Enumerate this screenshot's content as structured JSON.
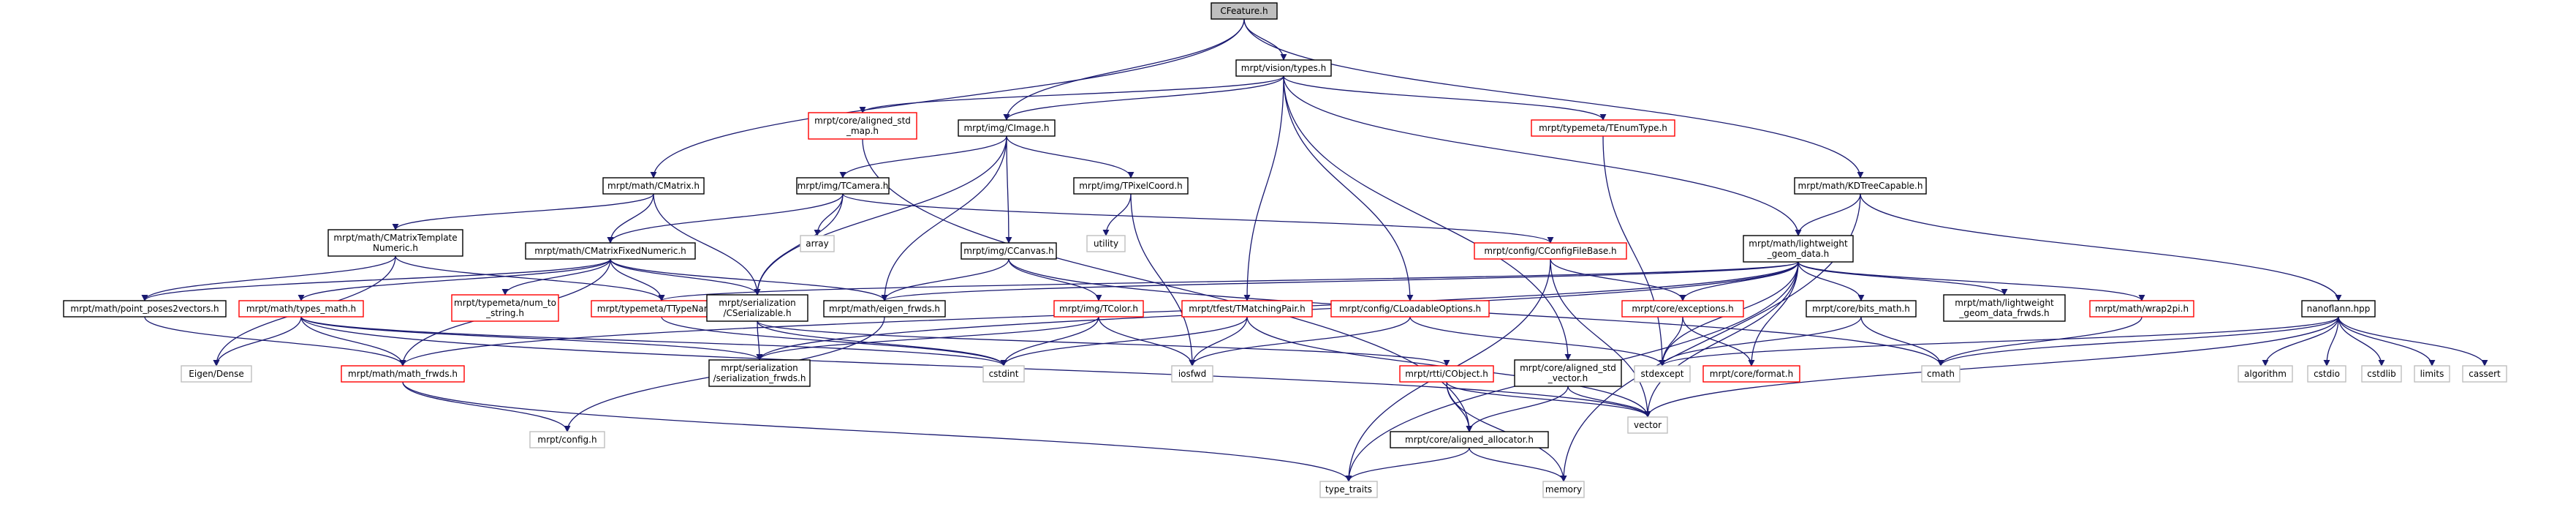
{
  "colors": {
    "node_border": "#000000",
    "node_border_missing": "#ff0000",
    "node_border_external": "#bfbfbf",
    "root_fill": "#bfbfbf",
    "edge": "#191970",
    "text": "#000000"
  },
  "nodes": [
    {
      "id": "CFeature",
      "lines": [
        "CFeature.h"
      ],
      "kind": "root"
    },
    {
      "id": "vision_types",
      "lines": [
        "mrpt/vision/types.h"
      ],
      "kind": "normal"
    },
    {
      "id": "CMatrix",
      "lines": [
        "mrpt/math/CMatrix.h"
      ],
      "kind": "normal"
    },
    {
      "id": "CImage",
      "lines": [
        "mrpt/img/CImage.h"
      ],
      "kind": "normal"
    },
    {
      "id": "KDTree",
      "lines": [
        "mrpt/math/KDTreeCapable.h"
      ],
      "kind": "normal"
    },
    {
      "id": "aligned_std_map",
      "lines": [
        "mrpt/core/aligned_std",
        "_map.h"
      ],
      "kind": "missing"
    },
    {
      "id": "TEnumType",
      "lines": [
        "mrpt/typemeta/TEnumType.h"
      ],
      "kind": "missing"
    },
    {
      "id": "TCamera",
      "lines": [
        "mrpt/img/TCamera.h"
      ],
      "kind": "normal"
    },
    {
      "id": "TPixelCoord",
      "lines": [
        "mrpt/img/TPixelCoord.h"
      ],
      "kind": "normal"
    },
    {
      "id": "lightweight",
      "lines": [
        "mrpt/math/lightweight",
        "_geom_data.h"
      ],
      "kind": "normal"
    },
    {
      "id": "CMatrixTemplateNumeric",
      "lines": [
        "mrpt/math/CMatrixTemplate",
        "Numeric.h"
      ],
      "kind": "normal"
    },
    {
      "id": "CMatrixFixedNumeric",
      "lines": [
        "mrpt/math/CMatrixFixedNumeric.h"
      ],
      "kind": "normal"
    },
    {
      "id": "array",
      "lines": [
        "array"
      ],
      "kind": "external"
    },
    {
      "id": "utility",
      "lines": [
        "utility"
      ],
      "kind": "external"
    },
    {
      "id": "CConfigFileBase",
      "lines": [
        "mrpt/config/CConfigFileBase.h"
      ],
      "kind": "missing"
    },
    {
      "id": "CCanvas",
      "lines": [
        "mrpt/img/CCanvas.h"
      ],
      "kind": "normal"
    },
    {
      "id": "nanoflann",
      "lines": [
        "nanoflann.hpp"
      ],
      "kind": "normal"
    },
    {
      "id": "point_poses2vectors",
      "lines": [
        "mrpt/math/point_poses2vectors.h"
      ],
      "kind": "normal"
    },
    {
      "id": "types_math",
      "lines": [
        "mrpt/math/types_math.h"
      ],
      "kind": "missing"
    },
    {
      "id": "num_to_string",
      "lines": [
        "mrpt/typemeta/num_to",
        "_string.h"
      ],
      "kind": "missing"
    },
    {
      "id": "TTypeName",
      "lines": [
        "mrpt/typemeta/TTypeName.h"
      ],
      "kind": "missing"
    },
    {
      "id": "CSerializable",
      "lines": [
        "mrpt/serialization",
        "/CSerializable.h"
      ],
      "kind": "normal"
    },
    {
      "id": "eigen_frwds",
      "lines": [
        "mrpt/math/eigen_frwds.h"
      ],
      "kind": "normal"
    },
    {
      "id": "TColor",
      "lines": [
        "mrpt/img/TColor.h"
      ],
      "kind": "missing"
    },
    {
      "id": "TMatchingPair",
      "lines": [
        "mrpt/tfest/TMatchingPair.h"
      ],
      "kind": "missing"
    },
    {
      "id": "CLoadableOptions",
      "lines": [
        "mrpt/config/CLoadableOptions.h"
      ],
      "kind": "missing"
    },
    {
      "id": "exceptions",
      "lines": [
        "mrpt/core/exceptions.h"
      ],
      "kind": "missing"
    },
    {
      "id": "bits_math",
      "lines": [
        "mrpt/core/bits_math.h"
      ],
      "kind": "normal"
    },
    {
      "id": "lw_frwds",
      "lines": [
        "mrpt/math/lightweight",
        "_geom_data_frwds.h"
      ],
      "kind": "normal"
    },
    {
      "id": "wrap2pi",
      "lines": [
        "mrpt/math/wrap2pi.h"
      ],
      "kind": "missing"
    },
    {
      "id": "EigenDense",
      "lines": [
        "Eigen/Dense"
      ],
      "kind": "external"
    },
    {
      "id": "math_frwds",
      "lines": [
        "mrpt/math/math_frwds.h"
      ],
      "kind": "missing"
    },
    {
      "id": "serialization_frwds",
      "lines": [
        "mrpt/serialization",
        "/serialization_frwds.h"
      ],
      "kind": "normal"
    },
    {
      "id": "cstdint",
      "lines": [
        "cstdint"
      ],
      "kind": "external"
    },
    {
      "id": "iosfwd",
      "lines": [
        "iosfwd"
      ],
      "kind": "external"
    },
    {
      "id": "CObject",
      "lines": [
        "mrpt/rtti/CObject.h"
      ],
      "kind": "missing"
    },
    {
      "id": "aligned_std_vector",
      "lines": [
        "mrpt/core/aligned_std",
        "_vector.h"
      ],
      "kind": "normal"
    },
    {
      "id": "stdexcept",
      "lines": [
        "stdexcept"
      ],
      "kind": "external"
    },
    {
      "id": "format",
      "lines": [
        "mrpt/core/format.h"
      ],
      "kind": "missing"
    },
    {
      "id": "cmath",
      "lines": [
        "cmath"
      ],
      "kind": "external"
    },
    {
      "id": "algorithm",
      "lines": [
        "algorithm"
      ],
      "kind": "external"
    },
    {
      "id": "cstdio",
      "lines": [
        "cstdio"
      ],
      "kind": "external"
    },
    {
      "id": "cstdlib",
      "lines": [
        "cstdlib"
      ],
      "kind": "external"
    },
    {
      "id": "limits",
      "lines": [
        "limits"
      ],
      "kind": "external"
    },
    {
      "id": "cassert",
      "lines": [
        "cassert"
      ],
      "kind": "external"
    },
    {
      "id": "vector",
      "lines": [
        "vector"
      ],
      "kind": "external"
    },
    {
      "id": "config",
      "lines": [
        "mrpt/config.h"
      ],
      "kind": "external"
    },
    {
      "id": "aligned_allocator",
      "lines": [
        "mrpt/core/aligned_allocator.h"
      ],
      "kind": "normal"
    },
    {
      "id": "type_traits",
      "lines": [
        "type_traits"
      ],
      "kind": "external"
    },
    {
      "id": "memory",
      "lines": [
        "memory"
      ],
      "kind": "external"
    }
  ],
  "edges": [
    [
      "CFeature",
      "vision_types"
    ],
    [
      "CFeature",
      "CMatrix"
    ],
    [
      "CFeature",
      "CImage"
    ],
    [
      "CFeature",
      "KDTree"
    ],
    [
      "vision_types",
      "aligned_std_map"
    ],
    [
      "vision_types",
      "CImage"
    ],
    [
      "vision_types",
      "TEnumType"
    ],
    [
      "vision_types",
      "lightweight"
    ],
    [
      "vision_types",
      "TMatchingPair"
    ],
    [
      "vision_types",
      "CLoadableOptions"
    ],
    [
      "vision_types",
      "aligned_std_vector"
    ],
    [
      "aligned_std_map",
      "aligned_allocator"
    ],
    [
      "TEnumType",
      "stdexcept"
    ],
    [
      "CImage",
      "TCamera"
    ],
    [
      "CImage",
      "TPixelCoord"
    ],
    [
      "CImage",
      "CCanvas"
    ],
    [
      "CImage",
      "CSerializable"
    ],
    [
      "CImage",
      "eigen_frwds"
    ],
    [
      "CMatrix",
      "CMatrixTemplateNumeric"
    ],
    [
      "CMatrix",
      "CMatrixFixedNumeric"
    ],
    [
      "CMatrix",
      "CSerializable"
    ],
    [
      "KDTree",
      "lightweight"
    ],
    [
      "KDTree",
      "nanoflann"
    ],
    [
      "KDTree",
      "memory"
    ],
    [
      "TCamera",
      "CMatrixFixedNumeric"
    ],
    [
      "TCamera",
      "array"
    ],
    [
      "TCamera",
      "CSerializable"
    ],
    [
      "TCamera",
      "CConfigFileBase"
    ],
    [
      "TPixelCoord",
      "utility"
    ],
    [
      "TPixelCoord",
      "iosfwd"
    ],
    [
      "CMatrixTemplateNumeric",
      "point_poses2vectors"
    ],
    [
      "CMatrixTemplateNumeric",
      "TTypeName"
    ],
    [
      "CMatrixTemplateNumeric",
      "EigenDense"
    ],
    [
      "CMatrixFixedNumeric",
      "point_poses2vectors"
    ],
    [
      "CMatrixFixedNumeric",
      "types_math"
    ],
    [
      "CMatrixFixedNumeric",
      "num_to_string"
    ],
    [
      "CMatrixFixedNumeric",
      "TTypeName"
    ],
    [
      "CMatrixFixedNumeric",
      "CSerializable"
    ],
    [
      "CMatrixFixedNumeric",
      "eigen_frwds"
    ],
    [
      "CMatrixFixedNumeric",
      "math_frwds"
    ],
    [
      "CConfigFileBase",
      "exceptions"
    ],
    [
      "CConfigFileBase",
      "type_traits"
    ],
    [
      "CConfigFileBase",
      "vector"
    ],
    [
      "CCanvas",
      "TColor"
    ],
    [
      "CCanvas",
      "eigen_frwds"
    ],
    [
      "CCanvas",
      "cmath"
    ],
    [
      "lightweight",
      "exceptions"
    ],
    [
      "lightweight",
      "bits_math"
    ],
    [
      "lightweight",
      "lw_frwds"
    ],
    [
      "lightweight",
      "wrap2pi"
    ],
    [
      "lightweight",
      "eigen_frwds"
    ],
    [
      "lightweight",
      "TTypeName"
    ],
    [
      "lightweight",
      "serialization_frwds"
    ],
    [
      "lightweight",
      "stdexcept"
    ],
    [
      "lightweight",
      "vector"
    ],
    [
      "lightweight",
      "format"
    ],
    [
      "lightweight",
      "math_frwds"
    ],
    [
      "lightweight",
      "type_traits"
    ],
    [
      "nanoflann",
      "algorithm"
    ],
    [
      "nanoflann",
      "cstdio"
    ],
    [
      "nanoflann",
      "cstdlib"
    ],
    [
      "nanoflann",
      "limits"
    ],
    [
      "nanoflann",
      "cassert"
    ],
    [
      "nanoflann",
      "cmath"
    ],
    [
      "nanoflann",
      "vector"
    ],
    [
      "nanoflann",
      "stdexcept"
    ],
    [
      "point_poses2vectors",
      "math_frwds"
    ],
    [
      "types_math",
      "math_frwds"
    ],
    [
      "types_math",
      "EigenDense"
    ],
    [
      "types_math",
      "serialization_frwds"
    ],
    [
      "types_math",
      "vector"
    ],
    [
      "types_math",
      "cstdint"
    ],
    [
      "TTypeName",
      "cstdint"
    ],
    [
      "CSerializable",
      "CObject"
    ],
    [
      "CSerializable",
      "serialization_frwds"
    ],
    [
      "CSerializable",
      "cstdint"
    ],
    [
      "eigen_frwds",
      "config"
    ],
    [
      "TColor",
      "cstdint"
    ],
    [
      "TColor",
      "iosfwd"
    ],
    [
      "TColor",
      "serialization_frwds"
    ],
    [
      "TMatchingPair",
      "cstdint"
    ],
    [
      "TMatchingPair",
      "iosfwd"
    ],
    [
      "TMatchingPair",
      "vector"
    ],
    [
      "CLoadableOptions",
      "iosfwd"
    ],
    [
      "CLoadableOptions",
      "stdexcept"
    ],
    [
      "exceptions",
      "stdexcept"
    ],
    [
      "exceptions",
      "format"
    ],
    [
      "bits_math",
      "cmath"
    ],
    [
      "bits_math",
      "stdexcept"
    ],
    [
      "wrap2pi",
      "cmath"
    ],
    [
      "math_frwds",
      "config"
    ],
    [
      "math_frwds",
      "type_traits"
    ],
    [
      "CObject",
      "aligned_allocator"
    ],
    [
      "CObject",
      "vector"
    ],
    [
      "CObject",
      "memory"
    ],
    [
      "aligned_std_vector",
      "aligned_allocator"
    ],
    [
      "aligned_std_vector",
      "vector"
    ],
    [
      "aligned_allocator",
      "type_traits"
    ],
    [
      "aligned_allocator",
      "memory"
    ]
  ]
}
